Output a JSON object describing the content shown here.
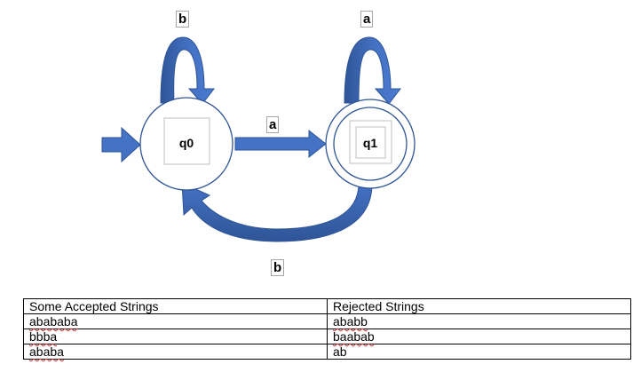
{
  "diagram": {
    "states": [
      {
        "id": "q0",
        "label": "q0",
        "accepting": false,
        "start": true
      },
      {
        "id": "q1",
        "label": "q1",
        "accepting": true,
        "start": false
      }
    ],
    "transitions": [
      {
        "from": "q0",
        "to": "q0",
        "symbol": "b"
      },
      {
        "from": "q1",
        "to": "q1",
        "symbol": "a"
      },
      {
        "from": "q0",
        "to": "q1",
        "symbol": "a"
      },
      {
        "from": "q1",
        "to": "q0",
        "symbol": "b"
      }
    ],
    "colors": {
      "arrow_fill": "#4472c4",
      "arrow_edge": "#2f5597",
      "state_stroke": "#2f5597"
    }
  },
  "table": {
    "headers": [
      "Some Accepted Strings",
      "Rejected Strings"
    ],
    "rows": [
      [
        "abababa",
        "ababb"
      ],
      [
        "bbba",
        "baabab"
      ],
      [
        "ababa",
        "ab"
      ]
    ]
  }
}
